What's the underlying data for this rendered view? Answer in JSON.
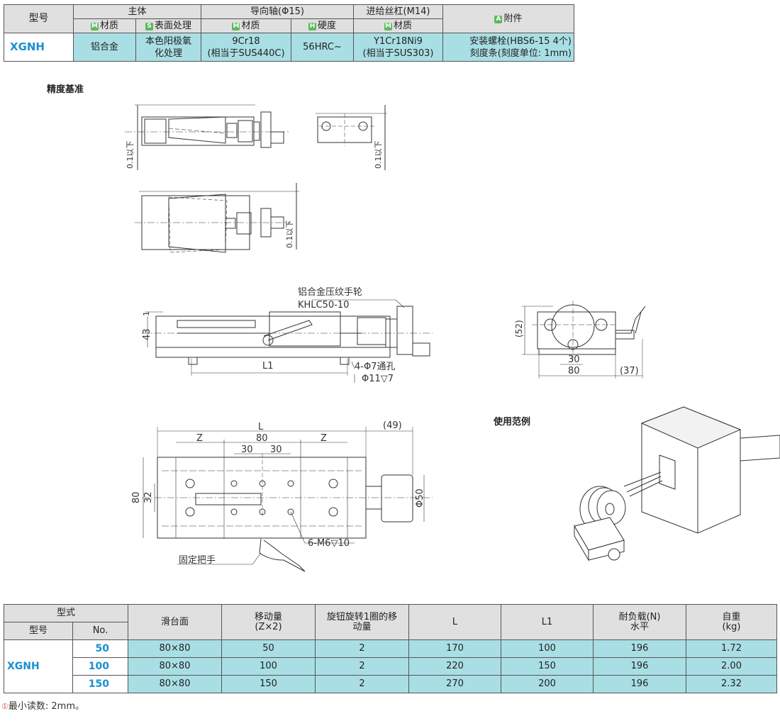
{
  "spec_table": {
    "header": {
      "model_label": "型号",
      "body_label": "主体",
      "guide_label": "导向轴(Φ15)",
      "feed_label": "进给丝杠(M14)",
      "acc_label": "附件",
      "material": "材质",
      "surface": "表面处理",
      "hardness": "硬度",
      "tag_m": "M",
      "tag_s": "S",
      "tag_h": "H",
      "tag_a": "A"
    },
    "row": {
      "model": "XGNH",
      "body_material": "铝合金",
      "surface_l1": "本色阳极氧",
      "surface_l2": "化处理",
      "guide_material_l1": "9Cr18",
      "guide_material_l2": "(相当于SUS440C)",
      "hardness": "56HRC~",
      "feed_material_l1": "Y1Cr18Ni9",
      "feed_material_l2": "(相当于SUS303)",
      "acc_l1": "安装螺栓(HBS6-15 4个)",
      "acc_l2": "刻度条(刻度单位: 1mm)"
    }
  },
  "precision_heading": "精度基准",
  "usage_heading": "使用范例",
  "drawing_labels": {
    "tol1": "0.1以下",
    "tol2": "0.1以下",
    "tol3": "0.1以下",
    "knob_name": "铝合金压纹手轮",
    "knob_code": "KHLC50-10",
    "dim_1": "1",
    "dim_43": "43",
    "dim_L1": "L1",
    "holes": "4-Φ7通孔",
    "cbore": "Φ11▽7",
    "dim_52": "(52)",
    "dim_30b": "30",
    "dim_80b": "80",
    "dim_37": "(37)",
    "dim_L": "L",
    "dim_49": "(49)",
    "dim_Z1": "Z",
    "dim_80t": "80",
    "dim_Z2": "Z",
    "dim_30a": "30",
    "dim_30c": "30",
    "dim_80v": "80",
    "dim_32": "32",
    "dim_phi50": "Φ50",
    "taps": "6-M6▽10",
    "lever": "固定把手"
  },
  "bottom_table": {
    "h_form": "型式",
    "h_model": "型号",
    "h_no": "No.",
    "h_table": "滑台面",
    "h_travel_l1": "移动量",
    "h_travel_l2": "(Z×2)",
    "h_turn_l1": "旋钮旋转1圈的移",
    "h_turn_l2": "动量",
    "h_L": "L",
    "h_L1": "L1",
    "h_load_l1": "耐负载(N)",
    "h_load_l2": "水平",
    "h_weight_l1": "自重",
    "h_weight_l2": "(kg)",
    "model": "XGNH",
    "rows": [
      {
        "no": "50",
        "table": "80×80",
        "travel": "50",
        "turn": "2",
        "L": "170",
        "L1": "100",
        "load": "196",
        "weight": "1.72"
      },
      {
        "no": "100",
        "table": "80×80",
        "travel": "100",
        "turn": "2",
        "L": "220",
        "L1": "150",
        "load": "196",
        "weight": "2.00"
      },
      {
        "no": "150",
        "table": "80×80",
        "travel": "150",
        "turn": "2",
        "L": "270",
        "L1": "200",
        "load": "196",
        "weight": "2.32"
      }
    ]
  },
  "footnote_icon": "①",
  "footnote": "最小读数: 2mm。"
}
